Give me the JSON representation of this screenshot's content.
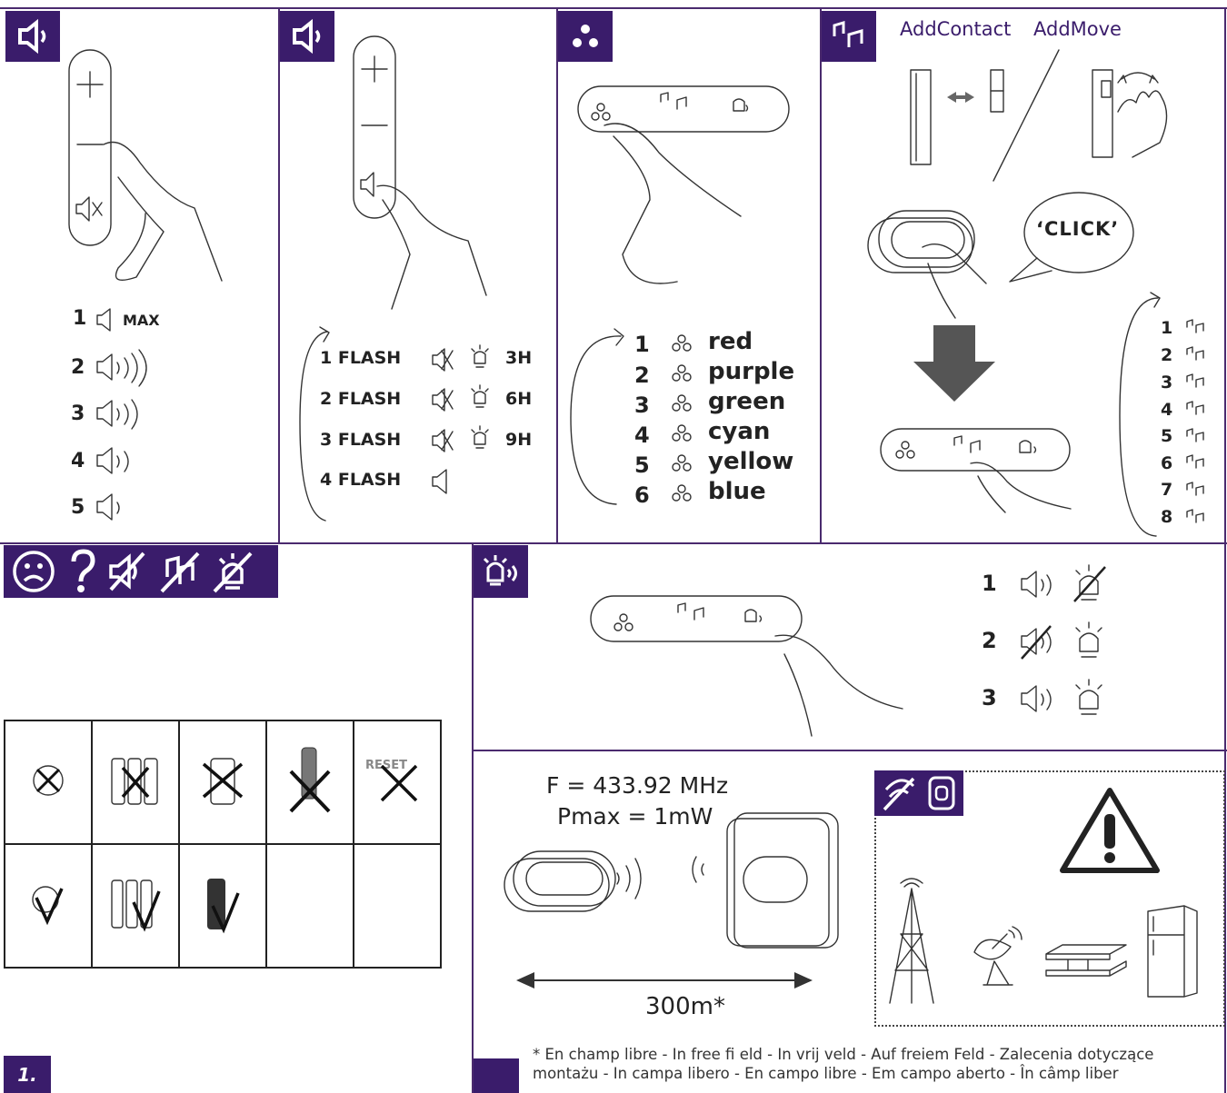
{
  "panel1": {
    "levels": [
      {
        "n": "1",
        "suffix": "MAX"
      },
      {
        "n": "2",
        "suffix": ""
      },
      {
        "n": "3",
        "suffix": ""
      },
      {
        "n": "4",
        "suffix": ""
      },
      {
        "n": "5",
        "suffix": ""
      }
    ],
    "plus": "+",
    "minus": "—"
  },
  "panel2": {
    "rows": [
      {
        "flash": "1 FLASH",
        "hours": "3H"
      },
      {
        "flash": "2 FLASH",
        "hours": "6H"
      },
      {
        "flash": "3 FLASH",
        "hours": "9H"
      },
      {
        "flash": "4 FLASH",
        "hours": ""
      }
    ],
    "plus": "+",
    "minus": "—"
  },
  "panel3": {
    "colors": [
      {
        "n": "1",
        "name": "red"
      },
      {
        "n": "2",
        "name": "purple"
      },
      {
        "n": "3",
        "name": "green"
      },
      {
        "n": "4",
        "name": "cyan"
      },
      {
        "n": "5",
        "name": "yellow"
      },
      {
        "n": "6",
        "name": "blue"
      }
    ]
  },
  "panel4": {
    "header_left": "AddContact",
    "header_right": "AddMove",
    "click_text": "‘CLICK’",
    "melodies": [
      "1",
      "2",
      "3",
      "4",
      "5",
      "6",
      "7",
      "8"
    ]
  },
  "panel6": {
    "modes": [
      "1",
      "2",
      "3"
    ]
  },
  "panel7": {
    "freq": "F = 433.92 MHz",
    "pmax": "Pmax = 1mW",
    "range": "300m*",
    "footnote": "* En champ libre - In free fi eld - In vrij veld - Auf freiem Feld - Zalecenia dotyczące montażu - In campa libero - En campo libre - Em campo aberto - În câmp liber"
  },
  "page_number": "1.",
  "colors": {
    "brand": "#3a1c6b",
    "line": "#4a2a6e"
  }
}
